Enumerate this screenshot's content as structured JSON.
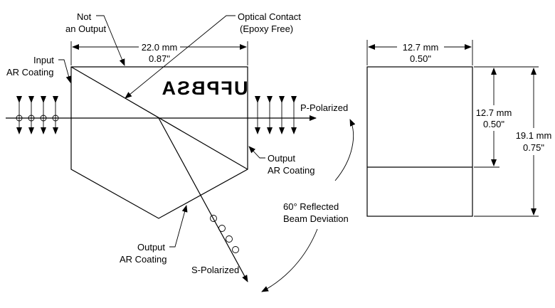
{
  "labels": {
    "not_output_1": "Not",
    "not_output_2": "an Output",
    "optical_contact_1": "Optical Contact",
    "optical_contact_2": "(Epoxy Free)",
    "input_ar_1": "Input",
    "input_ar_2": "AR Coating",
    "output_ar_right_1": "Output",
    "output_ar_right_2": "AR Coating",
    "output_ar_bottom_1": "Output",
    "output_ar_bottom_2": "AR Coating",
    "p_polarized": "P-Polarized",
    "s_polarized": "S-Polarized",
    "deviation_1": "60° Reflected",
    "deviation_2": "Beam Deviation",
    "part_marking": "UFPBSA"
  },
  "dimensions": {
    "front_width_mm": "22.0 mm",
    "front_width_in": "0.87\"",
    "side_width_mm": "12.7 mm",
    "side_width_in": "0.50\"",
    "side_inner_height_mm": "12.7 mm",
    "side_inner_height_in": "0.50\"",
    "side_total_height_mm": "19.1 mm",
    "side_total_height_in": "0.75\""
  }
}
